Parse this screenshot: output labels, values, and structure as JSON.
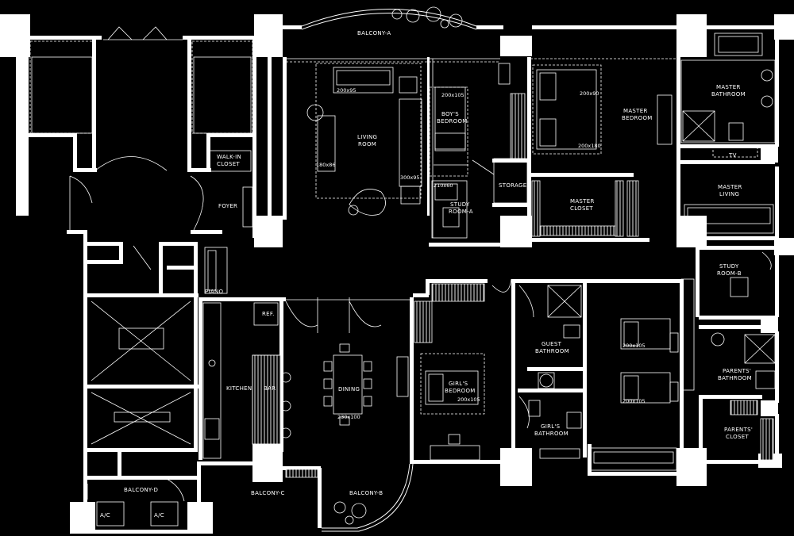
{
  "labels": {
    "balcony_a": "BALCONY-A",
    "balcony_b": "BALCONY-B",
    "balcony_c": "BALCONY-C",
    "balcony_d": "BALCONY-D",
    "living_room_1": "LIVING",
    "living_room_2": "ROOM",
    "boys_bedroom_1": "BOY'S",
    "boys_bedroom_2": "BEDROOM",
    "study_a_1": "STUDY",
    "study_a_2": "ROOM-A",
    "storage": "STORAGE",
    "master_bedroom_1": "MASTER",
    "master_bedroom_2": "BEDROOM",
    "master_closet_1": "MASTER",
    "master_closet_2": "CLOSET",
    "master_bathroom_1": "MASTER",
    "master_bathroom_2": "BATHROOM",
    "tv": "TV",
    "master_living_1": "MASTER",
    "master_living_2": "LIVING",
    "walkin_closet_1": "WALK-IN",
    "walkin_closet_2": "CLOSET",
    "foyer": "FOYER",
    "piano": "PIANO",
    "ref": "REF.",
    "kitchen": "KITCHEN",
    "bar": "BAR",
    "dining": "DINING",
    "girls_bedroom_1": "GIRL'S",
    "girls_bedroom_2": "BEDROOM",
    "guest_bathroom_1": "GUEST",
    "guest_bathroom_2": "BATHROOM",
    "girls_bathroom_1": "GIRL'S",
    "girls_bathroom_2": "BATHROOM",
    "study_b_1": "STUDY",
    "study_b_2": "ROOM-B",
    "parents_bathroom_1": "PARENTS'",
    "parents_bathroom_2": "BATHROOM",
    "parents_closet_1": "PARENTS'",
    "parents_closet_2": "CLOSET",
    "ac": "A/C"
  },
  "dimensions": {
    "sofa": "200x95",
    "sofa_chair": "180x86",
    "coffee_table": "300x95",
    "boys_bed": "200x105",
    "boys_desk": "210x60",
    "master_bed_top": "200x90",
    "master_bed_bottom": "200x180",
    "dining_table": "230x100",
    "girls_bed": "200x105",
    "parents_bed_top": "200x105",
    "parents_bed_bottom": "200x105"
  },
  "colors": {
    "background": "#000000",
    "lines": "#ffffff"
  }
}
